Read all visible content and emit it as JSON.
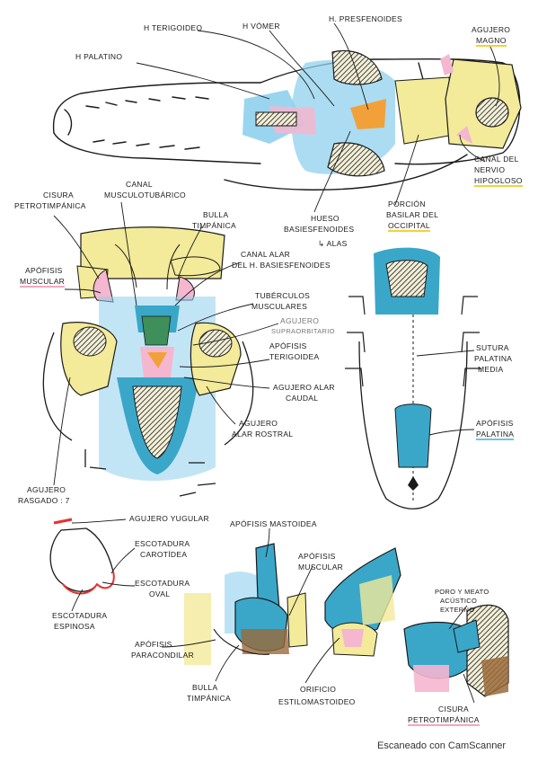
{
  "colors": {
    "ink": "#1a1a1a",
    "bone_yellow": "#f3ea9a",
    "teal": "#3aa7c9",
    "light_blue": "#8fd0ee",
    "pink": "#f5b6cf",
    "orange": "#f2a13a",
    "green": "#3e8f5a",
    "brown": "#9a6a3a"
  },
  "labels": {
    "h_terigoideo": "H TERIGOIDEO",
    "h_vomer": "H VÓMER",
    "h_presfenoides": "H. PRESFENOIDES",
    "agujero_magno_1": "AGUJERO",
    "agujero_magno_2": "MAGNO",
    "h_palatino": "H PALATINO",
    "canal_nervio_1": "CANAL DEL",
    "canal_nervio_2": "NERVIO",
    "canal_nervio_3": "HIPOGLOSO",
    "hueso_basi_1": "HUESO",
    "hueso_basi_2": "BASIESFENOIDES",
    "alas": "↳ ALAS",
    "porcion_1": "PORCIÓN",
    "porcion_2": "BASILAR DEL",
    "porcion_3": "OCCIPITAL",
    "cisura_pt_1": "CISURA",
    "cisura_pt_2": "PETROTIMPÁNICA",
    "canal_musc_1": "CANAL",
    "canal_musc_2": "MUSCULOTUBÁRICO",
    "bulla_1": "BULLA",
    "bulla_2": "TIMPÁNICA",
    "canal_alar_1": "CANAL ALAR",
    "canal_alar_2": "DEL H. BASIESFENOIDES",
    "apofisis_musc_1": "APÓFISIS",
    "apofisis_musc_2": "MUSCULAR",
    "tuberculos_1": "TUBÉRCULOS",
    "tuberculos_2": "MUSCULARES",
    "agujero_supra_1": "AGUJERO",
    "agujero_supra_2": "SUPRAORBITARIO",
    "apofisis_ter_1": "APÓFISIS",
    "apofisis_ter_2": "TERIGOIDEA",
    "sutura_1": "SUTURA",
    "sutura_2": "PALATINA",
    "sutura_3": "MEDIA",
    "agujero_alar_c_1": "AGUJERO ALAR",
    "agujero_alar_c_2": "CAUDAL",
    "agujero_alar_r_1": "AGUJERO",
    "agujero_alar_r_2": "ALAR ROSTRAL",
    "apofisis_pal_1": "APÓFISIS",
    "apofisis_pal_2": "PALATINA",
    "agujero_rasgado_1": "AGUJERO",
    "agujero_rasgado_2": "RASGADO : 7",
    "agujero_yugular": "AGUJERO YUGULAR",
    "apofisis_mastoidea": "APÓFISIS MASTOIDEA",
    "escotadura_car_1": "ESCOTADURA",
    "escotadura_car_2": "CAROTÍDEA",
    "apofisis_musc_b_1": "APÓFISIS",
    "apofisis_musc_b_2": "MUSCULAR",
    "poro_1": "PORO Y MEATO",
    "poro_2": "ACÚSTICO",
    "poro_3": "EXTERNO",
    "escotadura_oval_1": "ESCOTADURA",
    "escotadura_oval_2": "OVAL",
    "escotadura_esp_1": "ESCOTADURA",
    "escotadura_esp_2": "ESPINOSA",
    "apofisis_para_1": "APÓFISIS",
    "apofisis_para_2": "PARACONDILAR",
    "bulla_b_1": "BULLA",
    "bulla_b_2": "TIMPÁNICA",
    "orificio_1": "ORIFICIO",
    "orificio_2": "ESTILOMASTOIDEO",
    "cisura_b_1": "CISURA",
    "cisura_b_2": "PETROTIMPÁNICA"
  },
  "watermark": "Escaneado con CamScanner"
}
